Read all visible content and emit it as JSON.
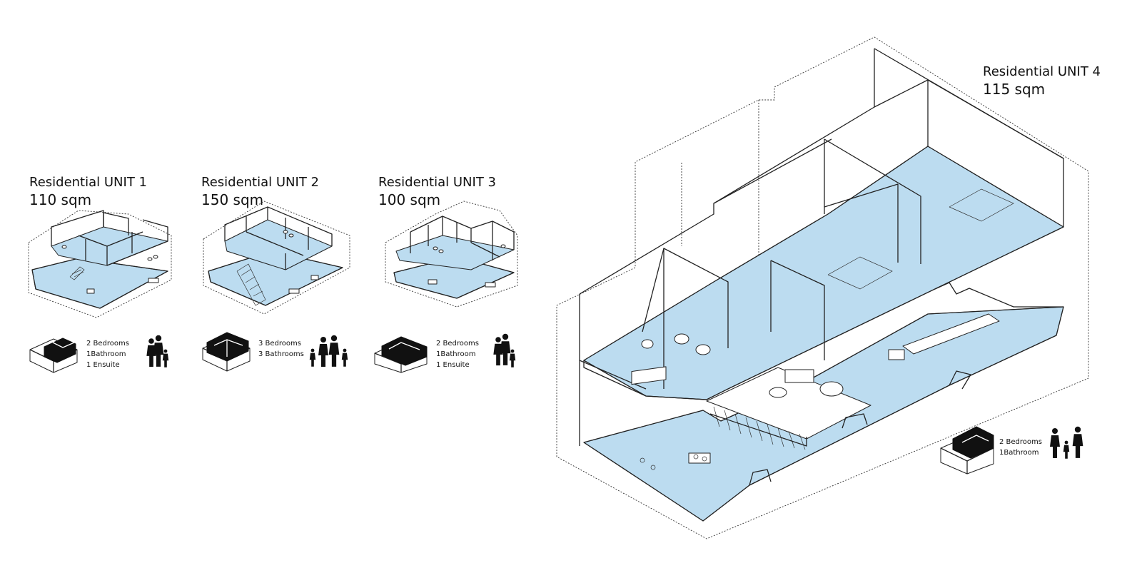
{
  "units": [
    {
      "title": "Residential UNIT 1",
      "area": "110 sqm",
      "specs": [
        "2 Bedrooms",
        "1Bathroom",
        "1 Ensuite"
      ]
    },
    {
      "title": "Residential UNIT 2",
      "area": "150 sqm",
      "specs": [
        "3 Bedrooms",
        "3 Bathrooms"
      ]
    },
    {
      "title": "Residential UNIT 3",
      "area": "100 sqm",
      "specs": [
        "2 Bedrooms",
        "1Bathroom",
        "1 Ensuite"
      ]
    },
    {
      "title": "Residential UNIT 4",
      "area": "115 sqm",
      "specs": [
        "2 Bedrooms",
        "1Bathroom"
      ]
    }
  ],
  "colors": {
    "floor": "#bcdcf0",
    "line": "#222222",
    "ink": "#111111"
  },
  "icons": [
    "isometric-block-icon",
    "family-icon"
  ]
}
